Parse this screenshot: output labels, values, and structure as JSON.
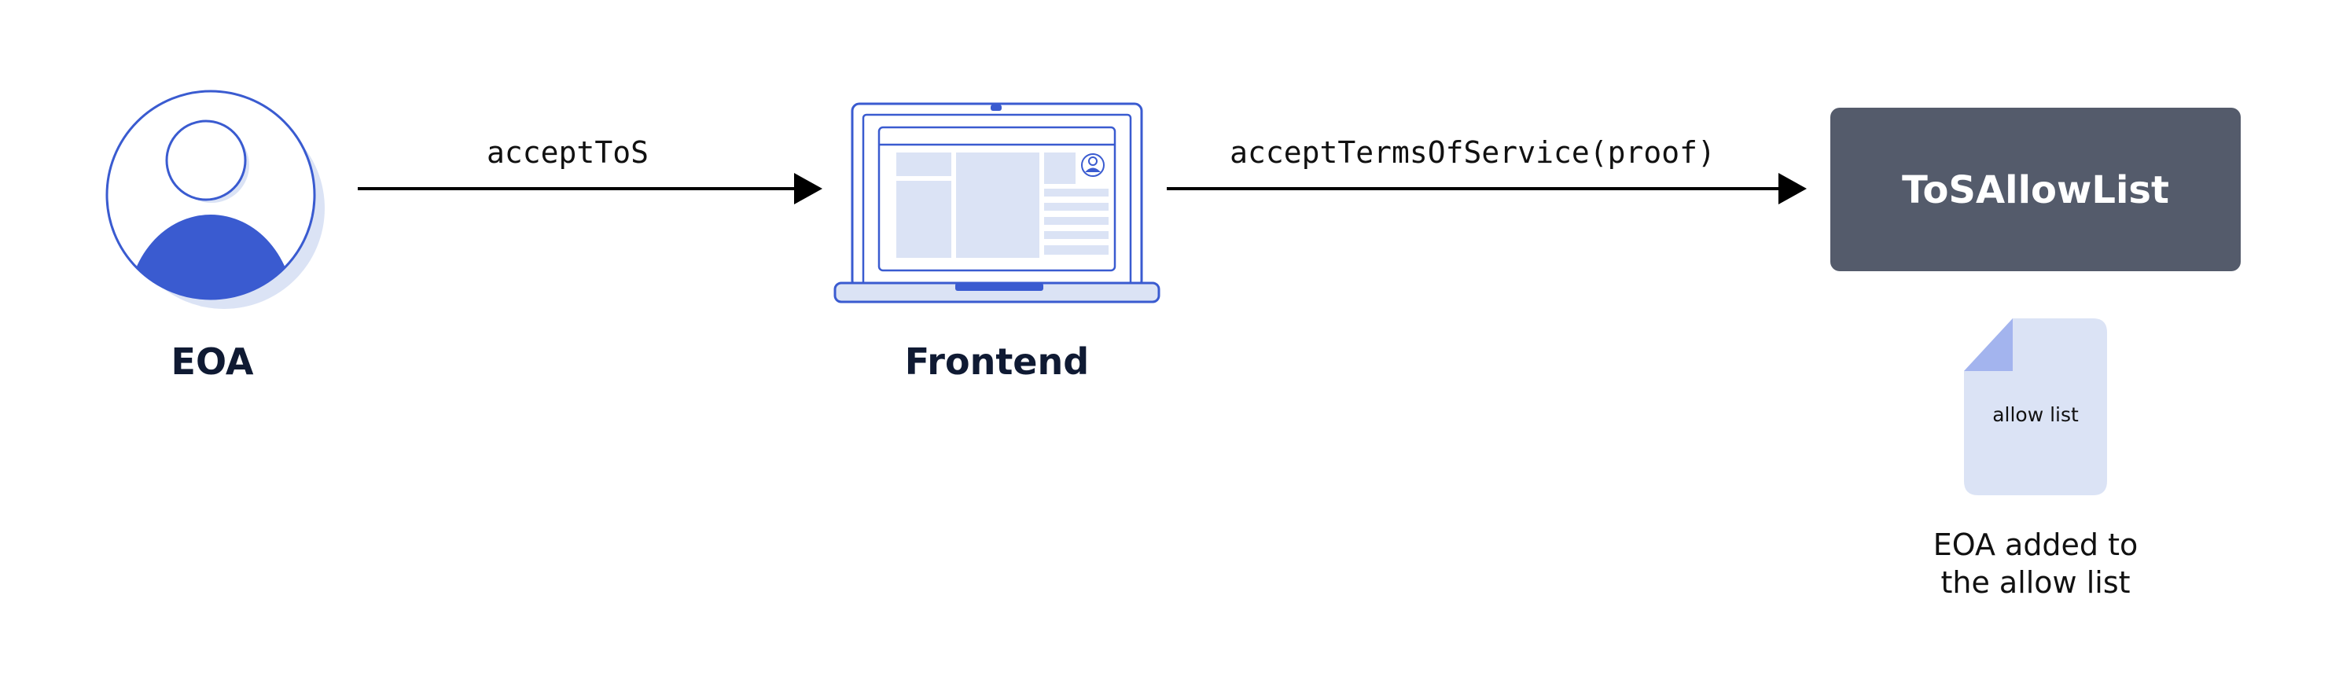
{
  "nodes": {
    "eoa": {
      "label": "EOA"
    },
    "frontend": {
      "label": "Frontend"
    },
    "allowlist_contract": {
      "label": "ToSAllowList"
    }
  },
  "edges": {
    "eoa_to_frontend": {
      "label": "acceptToS"
    },
    "frontend_to_contract": {
      "label": "acceptTermsOfService(proof)"
    }
  },
  "document": {
    "label": "allow list"
  },
  "note": {
    "line1": "EOA added to",
    "line2": "the allow list"
  },
  "colors": {
    "accent_blue": "#3a5bd0",
    "light_blue": "#dbe3f5",
    "box_gray": "#545b6b",
    "text_dark": "#0f1a33"
  }
}
